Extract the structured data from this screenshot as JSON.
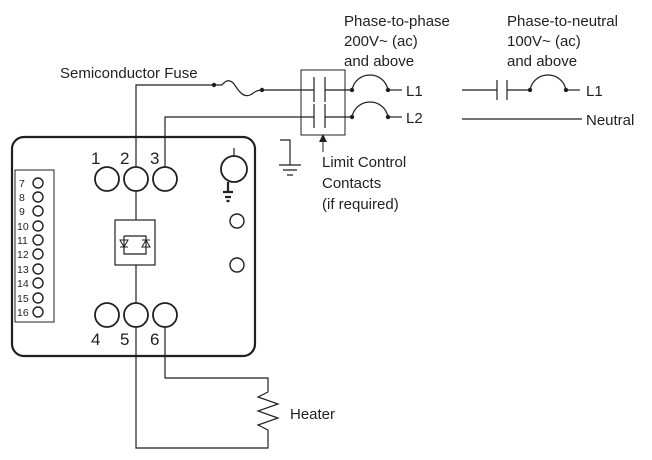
{
  "labels": {
    "phase_to_phase": [
      "Phase-to-phase",
      "200V~ (ac)",
      "and above"
    ],
    "phase_to_neutral": [
      "Phase-to-neutral",
      "100V~ (ac)",
      "and above"
    ],
    "fuse": "Semiconductor Fuse",
    "l1_left": "L1",
    "l2_left": "L2",
    "l1_right": "L1",
    "neutral": "Neutral",
    "limit": [
      "Limit Control",
      "Contacts",
      "(if required)"
    ],
    "heater": "Heater"
  },
  "terminals_top": [
    "1",
    "2",
    "3"
  ],
  "terminals_bottom": [
    "4",
    "5",
    "6"
  ],
  "pins": [
    "7",
    "8",
    "9",
    "10",
    "11",
    "12",
    "13",
    "14",
    "15",
    "16"
  ]
}
